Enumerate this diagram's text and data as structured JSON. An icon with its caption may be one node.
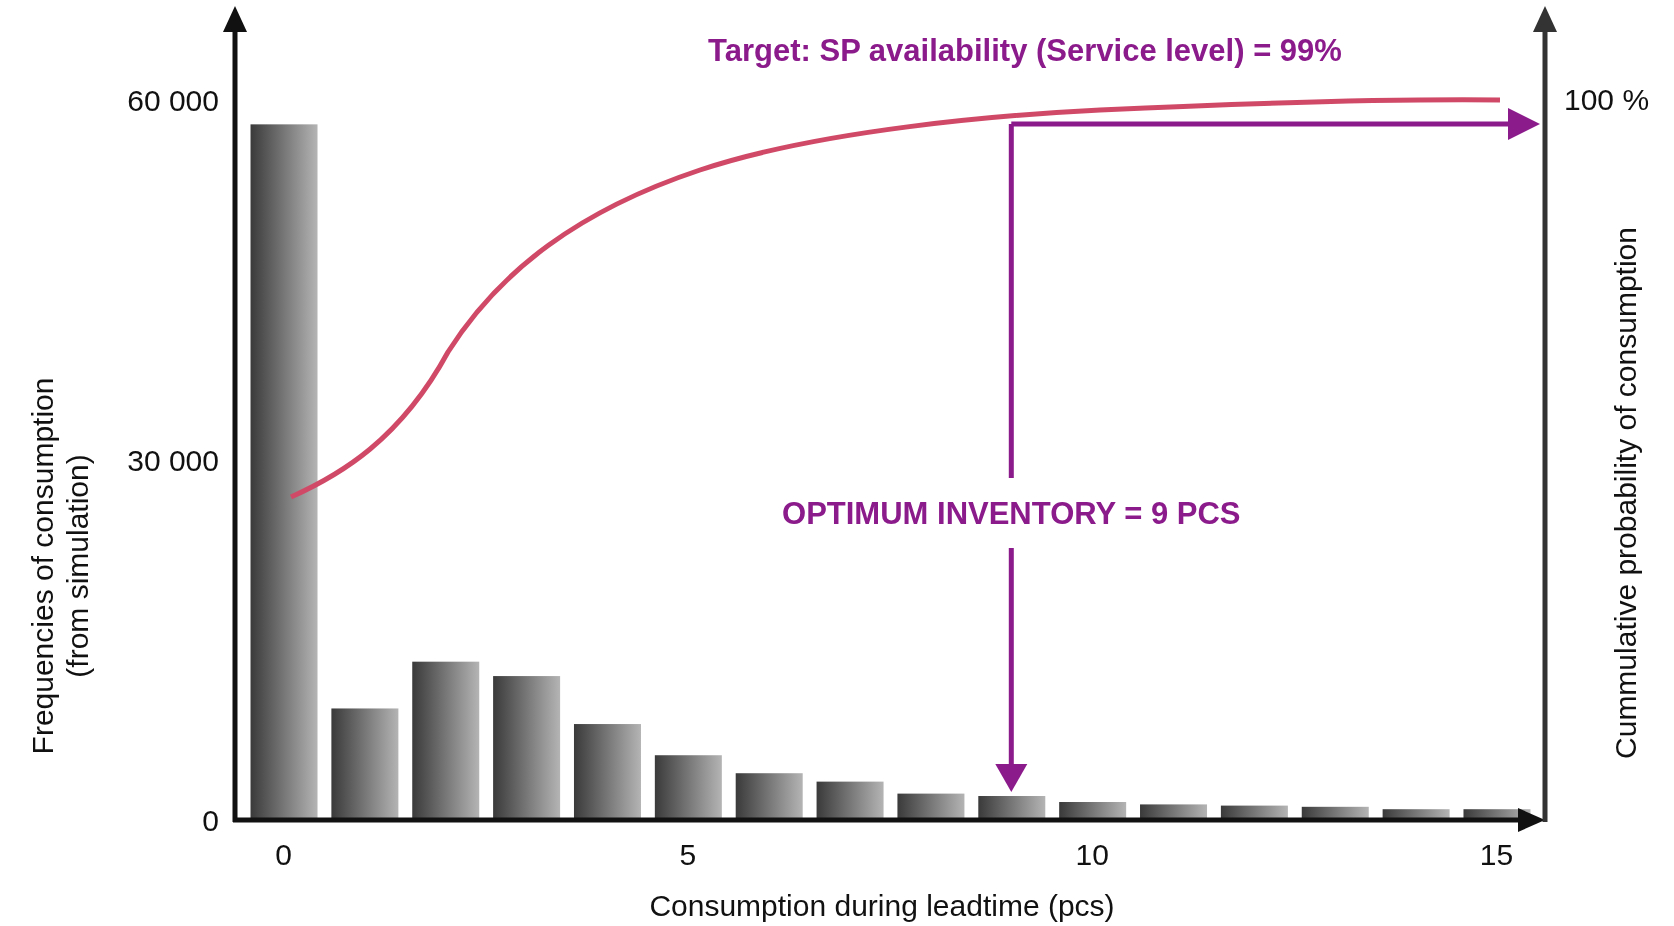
{
  "diagram": {
    "title": "Target: SP availability (Service level) = 99%",
    "labels": [
      "100 %",
      "Cummulative probability of consumption"
    ],
    "chart_data": {
      "type": "bar",
      "xlabel": "Consumption during leadtime (pcs)",
      "ylabel": "Frequencies of consumption (from simulation)",
      "x": [
        0,
        1,
        2,
        3,
        4,
        5,
        6,
        7,
        8,
        9,
        10,
        11,
        12,
        13,
        14,
        15
      ],
      "series": [
        {
          "color": "#3a3a3a",
          "values": [
            58000,
            9300,
            13200,
            12000,
            8000,
            5400,
            3900,
            3200,
            2200,
            2000,
            1500,
            1300,
            1200,
            1100,
            900,
            900
          ]
        }
      ],
      "xticks": [
        0,
        5,
        10,
        15
      ],
      "yticks": [
        {
          "value": 0,
          "label": "0"
        },
        {
          "value": 30000,
          "label": "30 000"
        },
        {
          "value": 60000,
          "label": "60 000"
        }
      ],
      "xlim": [
        -0.6,
        15.6
      ],
      "ylim": [
        0,
        65700
      ],
      "annotations": [
        "OPTIMUM INVENTORY = 9 PCS"
      ]
    }
  }
}
